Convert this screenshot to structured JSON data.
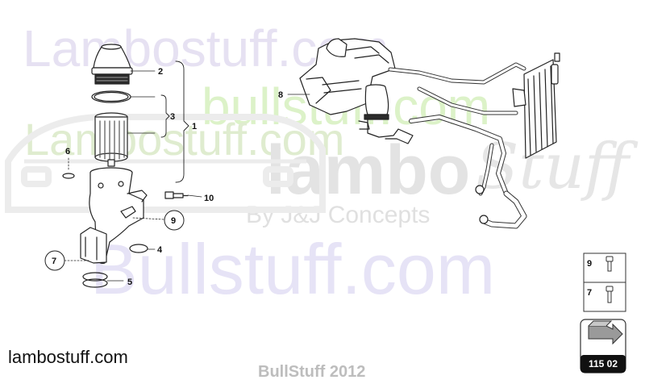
{
  "watermarks": {
    "lambostuff_top": "Lambostuff.com",
    "bullstuff_right": "bullstuff.com",
    "lambostuff_mid": "Lambostuff.com",
    "lambo_big": "lambo",
    "stuff_script": "Stuff",
    "by_jj": "By J&J Concepts",
    "bullstuff_big": "Bullstuff.com"
  },
  "callouts": {
    "c1": "1",
    "c2": "2",
    "c3": "3",
    "c4": "4",
    "c5": "5",
    "c6": "6",
    "c7": "7",
    "c8": "8",
    "c9": "9",
    "c10": "10"
  },
  "legend": {
    "item_9": "9",
    "item_7": "7"
  },
  "page_code": "115 02",
  "footer": {
    "left": "lambostuff.com",
    "center": "BullStuff 2012"
  }
}
